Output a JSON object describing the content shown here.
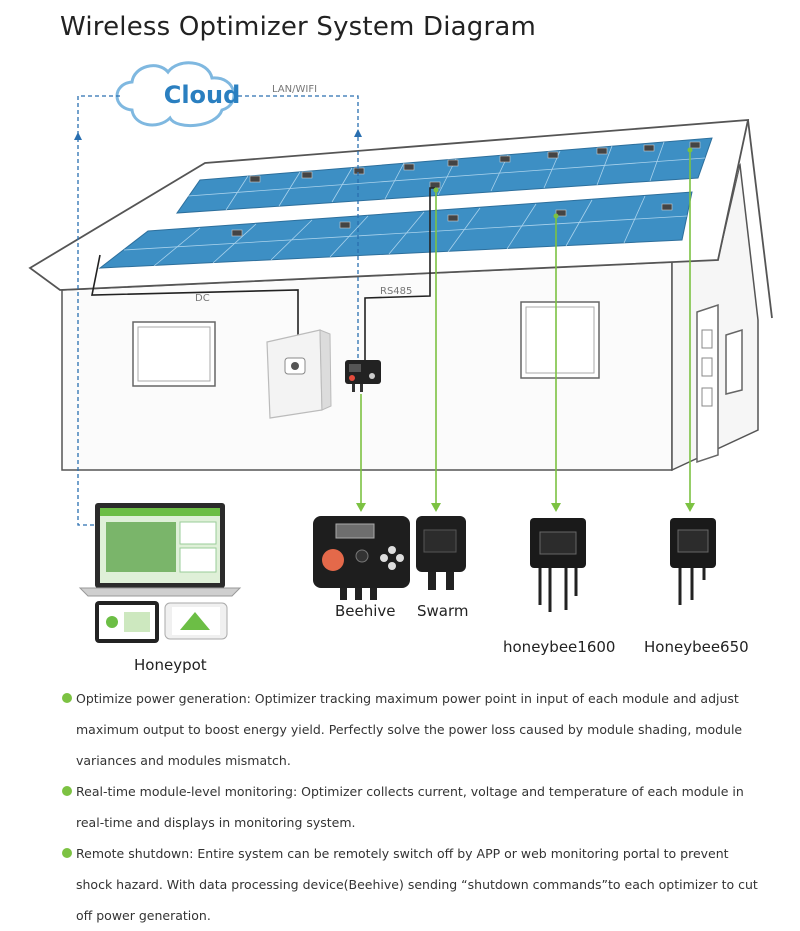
{
  "title": "Wireless Optimizer System Diagram",
  "cloud_label": "Cloud",
  "link_labels": {
    "lan_wifi": "LAN/WIFI",
    "dc": "DC",
    "rs485": "RS485"
  },
  "devices": {
    "beehive": "Beehive",
    "swarm": "Swarm",
    "honeybee1600": "honeybee1600",
    "honeybee650": "Honeybee650",
    "honeypot": "Honeypot"
  },
  "bullets": [
    {
      "text": "Optimize power generation: Optimizer tracking maximum power point in input of each module and adjust maximum output to boost energy yield. Perfectly solve the power loss caused by module shading, module variances and modules mismatch."
    },
    {
      "text": "Real-time module-level monitoring: Optimizer collects current, voltage and temperature of each module in real-time and displays in monitoring system."
    },
    {
      "text": "Remote shutdown: Entire system can be remotely switch off by APP or web monitoring portal to prevent shock hazard. With data processing device(Beehive) sending “shutdown commands”to each optimizer to cut off power generation."
    }
  ],
  "colors": {
    "cloud_text": "#2a7fc0",
    "solar_panel": "#3d8fc4",
    "arrow_green": "#7cc242",
    "dashed_blue": "#2a6fb0"
  },
  "icons": [
    "cloud-icon",
    "inverter-icon",
    "beehive-device-icon",
    "swarm-device-icon",
    "honeybee1600-device-icon",
    "honeybee650-device-icon",
    "laptop-icon",
    "tablet-icon",
    "phone-icon"
  ]
}
